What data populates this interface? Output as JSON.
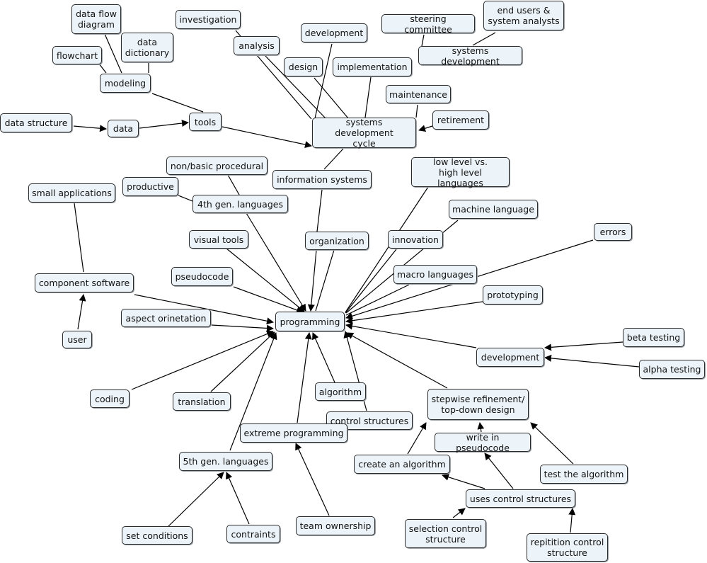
{
  "nodes": {
    "data_flow_diagram": "data flow\ndiagram",
    "investigation": "investigation",
    "data_dictionary": "data\ndictionary",
    "analysis": "analysis",
    "development_sdc": "development",
    "steering_committee": "steering committee",
    "end_users": "end users &\nsystem analysts",
    "flowchart": "flowchart",
    "systems_development": "systems development",
    "design": "design",
    "implementation": "implementation",
    "modeling": "modeling",
    "maintenance": "maintenance",
    "retirement": "retirement",
    "data_structure": "data structure",
    "data": "data",
    "tools": "tools",
    "systems_development_cycle": "systems development\ncycle",
    "non_basic_procedural": "non/basic procedural",
    "information_systems": "information systems",
    "low_vs_high": "low level vs.\nhigh level languages",
    "productive": "productive",
    "small_applications": "small applications",
    "fourth_gen": "4th gen. languages",
    "machine_language": "machine language",
    "errors": "errors",
    "visual_tools": "visual tools",
    "organization": "organization",
    "innovation": "innovation",
    "pseudocode": "pseudocode",
    "macro_languages": "macro languages",
    "component_software": "component software",
    "prototyping": "prototyping",
    "aspect_orientation": "aspect orinetation",
    "programming": "programming",
    "user": "user",
    "beta_testing": "beta testing",
    "development_prog": "development",
    "alpha_testing": "alpha testing",
    "algorithm": "algorithm",
    "stepwise": "stepwise refinement/\ntop-down design",
    "coding": "coding",
    "translation": "translation",
    "control_structures": "control structures",
    "extreme_programming": "extreme programming",
    "write_pseudocode": "write in pseudocode",
    "create_algorithm": "create an algorithm",
    "fifth_gen": "5th gen. languages",
    "test_algorithm": "test the algorithm",
    "uses_control_structures": "uses control structures",
    "team_ownership": "team ownership",
    "set_conditions": "set conditions",
    "contraints": "contraints",
    "selection_control": "selection control\nstructure",
    "repitition_control": "repitition control\nstructure"
  }
}
